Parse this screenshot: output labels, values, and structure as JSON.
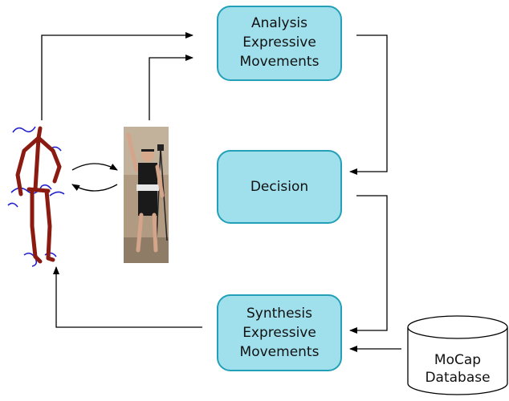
{
  "boxes": {
    "analysis": [
      "Analysis",
      "Expressive",
      "Movements"
    ],
    "decision": [
      "Decision"
    ],
    "synthesis": [
      "Synthesis",
      "Expressive",
      "Movements"
    ]
  },
  "database": [
    "MoCap",
    "Database"
  ],
  "icons": {
    "skeleton": "motion-capture-skeleton-icon",
    "person": "person-photo-icon"
  },
  "colors": {
    "box_fill": "#9fe0ec",
    "box_stroke": "#23a0b8",
    "skeleton": "#8b1a10",
    "trails": "#1f1fcc"
  }
}
